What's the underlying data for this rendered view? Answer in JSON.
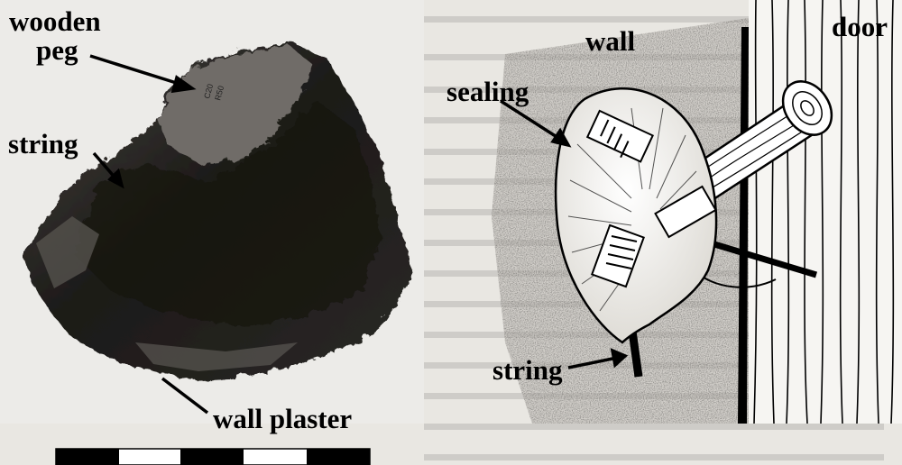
{
  "photo_labels": {
    "wooden_peg_line1": "wooden",
    "wooden_peg_line2": "peg",
    "string": "string",
    "wall_plaster": "wall plaster"
  },
  "drawing_labels": {
    "wall": "wall",
    "door": "door",
    "sealing": "sealing",
    "string": "string"
  },
  "colors": {
    "background_text_page": "#e9e7e2",
    "ink": "#000000",
    "artifact_dark": "#1e1c1a",
    "artifact_light": "#7d7a74"
  }
}
